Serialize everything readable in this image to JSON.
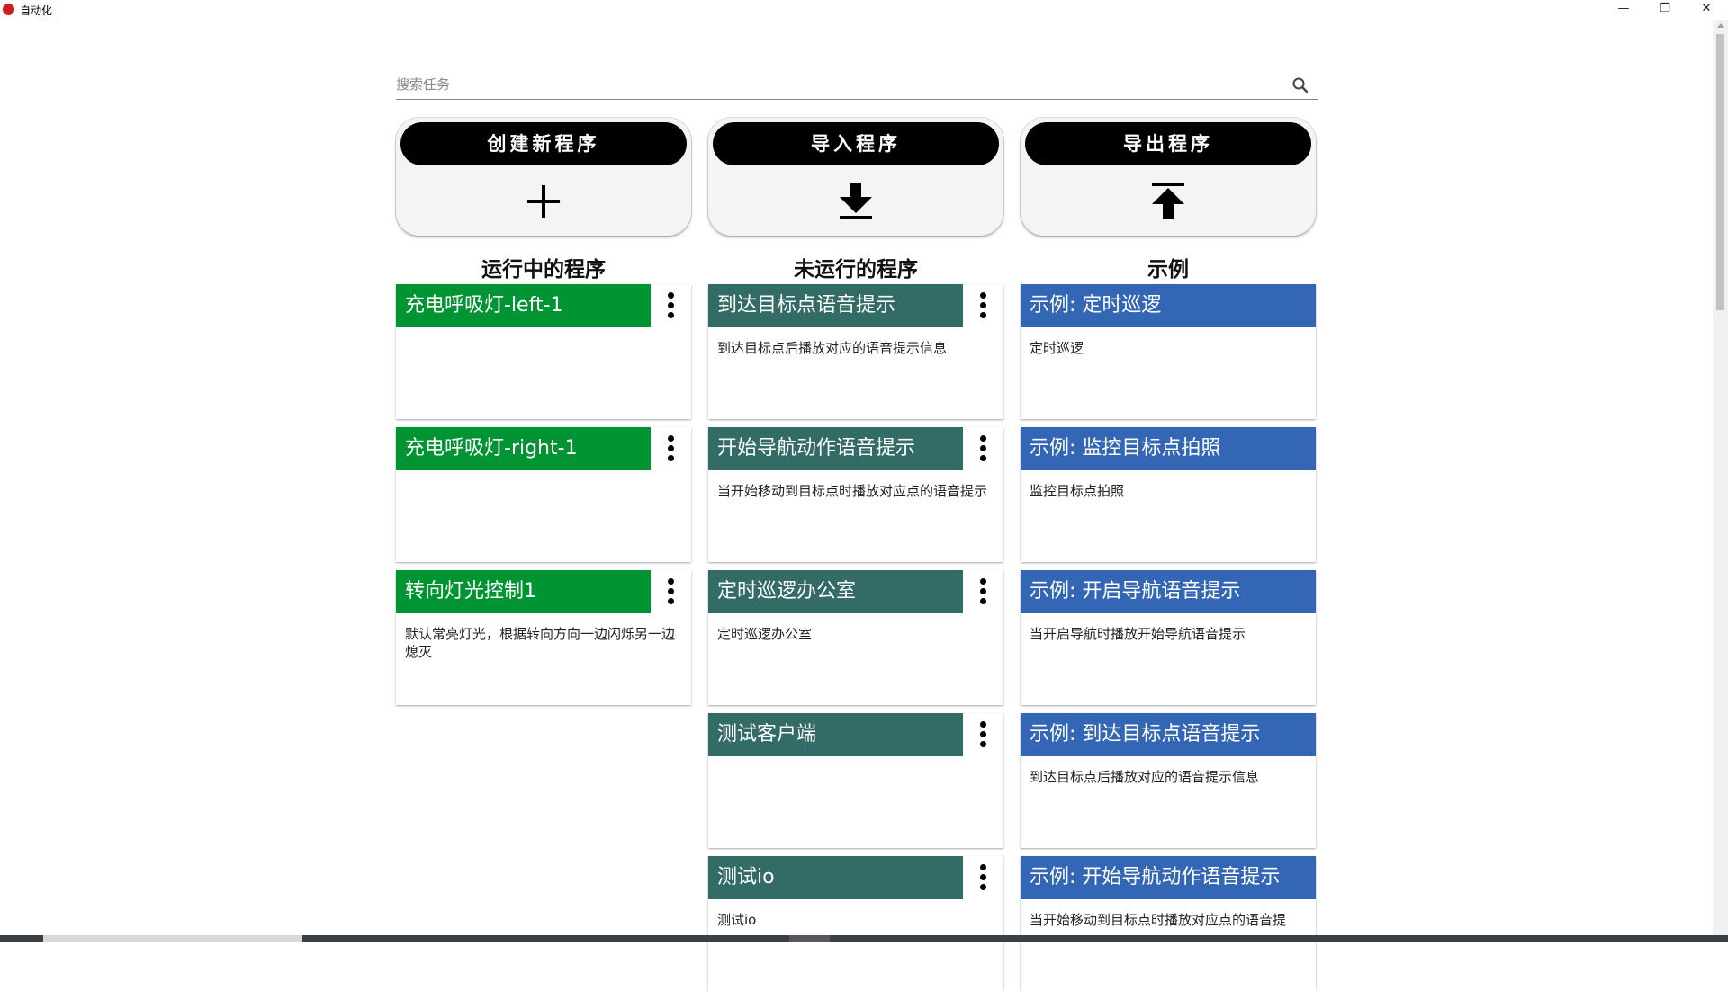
{
  "window": {
    "title": "自动化"
  },
  "search": {
    "placeholder": "搜索任务"
  },
  "actions": [
    {
      "label": "创建新程序",
      "icon": "plus-icon"
    },
    {
      "label": "导入程序",
      "icon": "download-icon"
    },
    {
      "label": "导出程序",
      "icon": "upload-icon"
    }
  ],
  "columns": [
    {
      "title": "运行中的程序",
      "color": "#009432",
      "cards": [
        {
          "title": "充电呼吸灯-left-1",
          "desc": ""
        },
        {
          "title": "充电呼吸灯-right-1",
          "desc": ""
        },
        {
          "title": "转向灯光控制1",
          "desc": "默认常亮灯光，根据转向方向一边闪烁另一边熄灭"
        }
      ]
    },
    {
      "title": "未运行的程序",
      "color": "#336b66",
      "cards": [
        {
          "title": "到达目标点语音提示",
          "desc": "到达目标点后播放对应的语音提示信息"
        },
        {
          "title": "开始导航动作语音提示",
          "desc": "当开始移动到目标点时播放对应点的语音提示"
        },
        {
          "title": "定时巡逻办公室",
          "desc": "定时巡逻办公室"
        },
        {
          "title": "测试客户端",
          "desc": ""
        },
        {
          "title": "测试io",
          "desc": "测试io"
        }
      ]
    },
    {
      "title": "示例",
      "color": "#3366b5",
      "cards": [
        {
          "title": "示例: 定时巡逻",
          "desc": "定时巡逻"
        },
        {
          "title": "示例: 监控目标点拍照",
          "desc": "监控目标点拍照"
        },
        {
          "title": "示例: 开启导航语音提示",
          "desc": "当开启导航时播放开始导航语音提示"
        },
        {
          "title": "示例: 到达目标点语音提示",
          "desc": "到达目标点后播放对应的语音提示信息"
        },
        {
          "title": "示例: 开始导航动作语音提示",
          "desc": "当开始移动到目标点时播放对应点的语音提"
        }
      ]
    }
  ]
}
